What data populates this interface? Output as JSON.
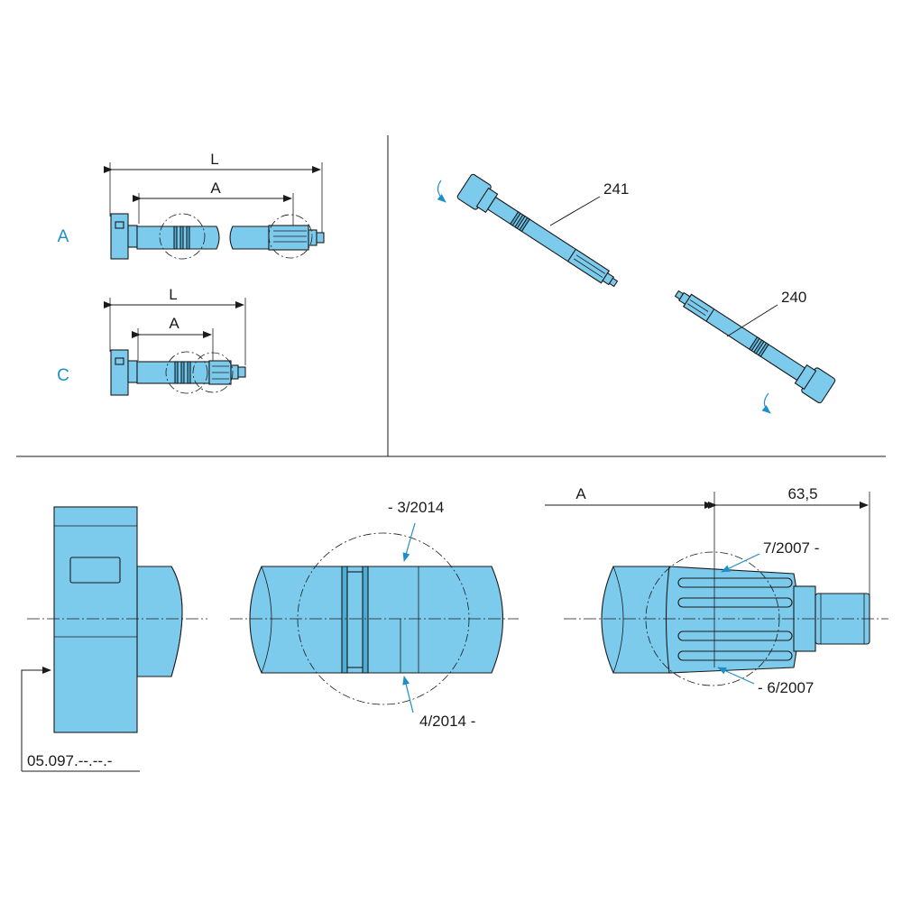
{
  "variants": {
    "a": "A",
    "c": "C"
  },
  "dimensions": {
    "l": "L",
    "a": "A",
    "spline_length": "63,5"
  },
  "parts": {
    "p241": "241",
    "p240": "240"
  },
  "details": {
    "groove_top": "-  3/2014",
    "groove_bottom": "4/2014  -",
    "spline_top": "7/2007  -",
    "spline_bottom": "-  6/2007",
    "head_ref": "05.097.--.--.-"
  },
  "colors": {
    "part_fill": "#7ccbec",
    "label_blue": "#1f8fc9",
    "line": "#1b1b1b"
  }
}
